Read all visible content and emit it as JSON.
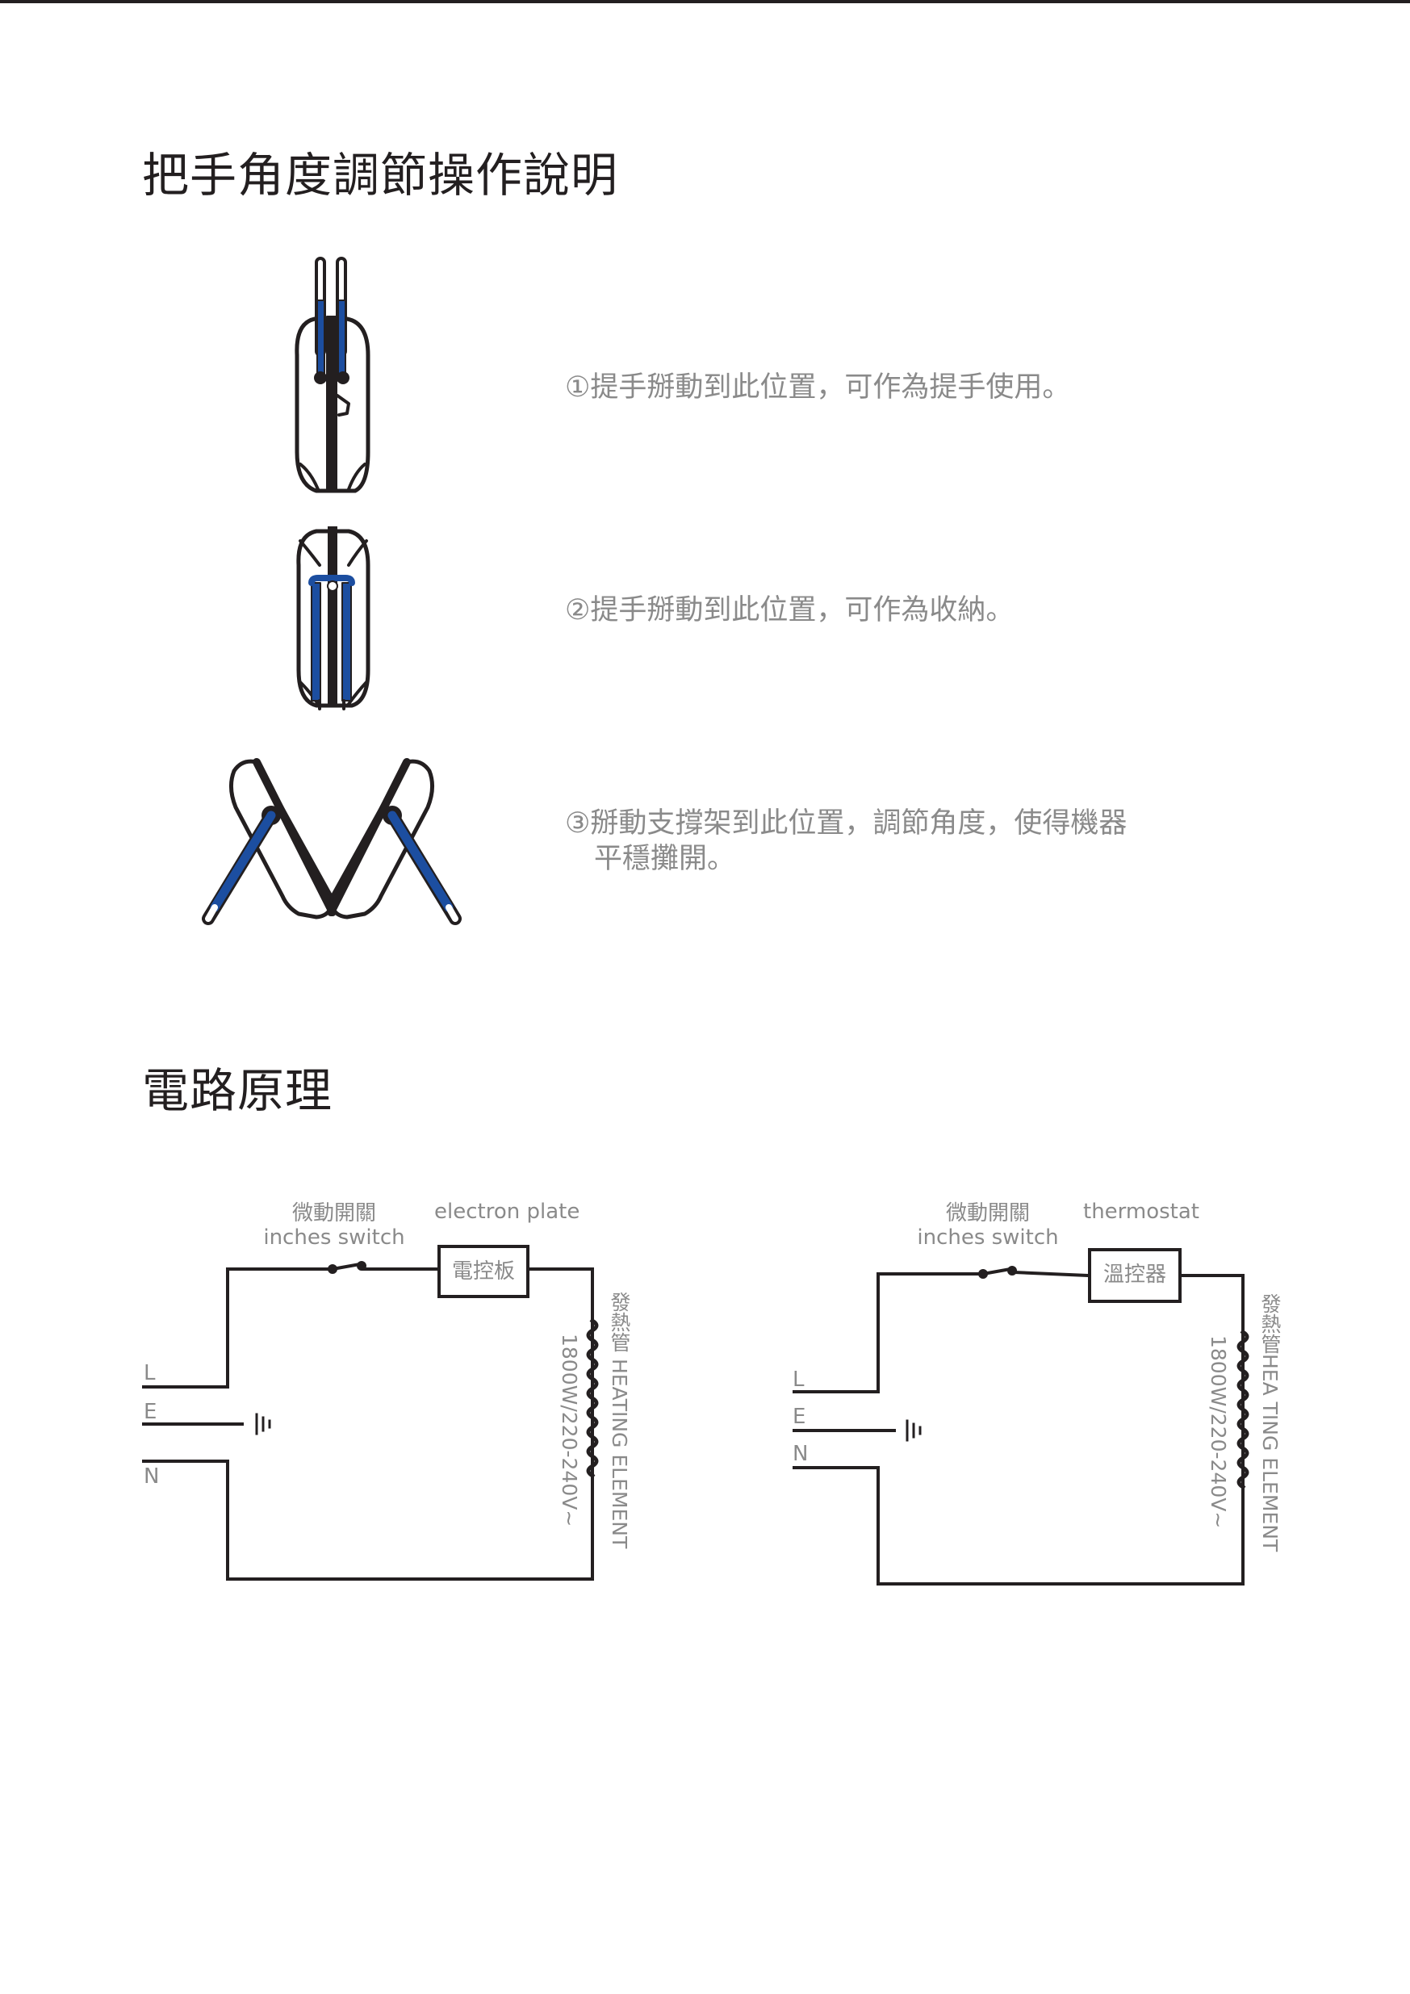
{
  "handle_section": {
    "title": "把手角度調節操作說明",
    "steps": [
      {
        "text": "①提手掰動到此位置，可作為提手使用。"
      },
      {
        "text": "②提手掰動到此位置，可作為收納。"
      },
      {
        "line1": "③掰動支撐架到此位置，調節角度，使得機器",
        "line2": "平穩攤開。"
      }
    ]
  },
  "circuit_section": {
    "title": "電路原理",
    "left": {
      "switch_cn": "微動開關",
      "switch_en": "inches switch",
      "control_en": "electron plate",
      "control_box": "電控板",
      "heater_cn_en": "發熱管 HEATING ELEMENT",
      "rating": "1800W/220-240V~",
      "terminal_l": "L",
      "terminal_e": "E",
      "terminal_n": "N"
    },
    "right": {
      "switch_cn": "微動開關",
      "switch_en": "inches switch",
      "control_en": "thermostat",
      "control_box": "溫控器",
      "heater_cn_en": "發熱管HEA TING ELEMENT",
      "rating": "1800W/220-240V~",
      "terminal_l": "L",
      "terminal_e": "E",
      "terminal_n": "N"
    }
  },
  "colors": {
    "ink": "#231f20",
    "handle_blue": "#1c4ea0",
    "label_gray": "#8a8a8a"
  }
}
